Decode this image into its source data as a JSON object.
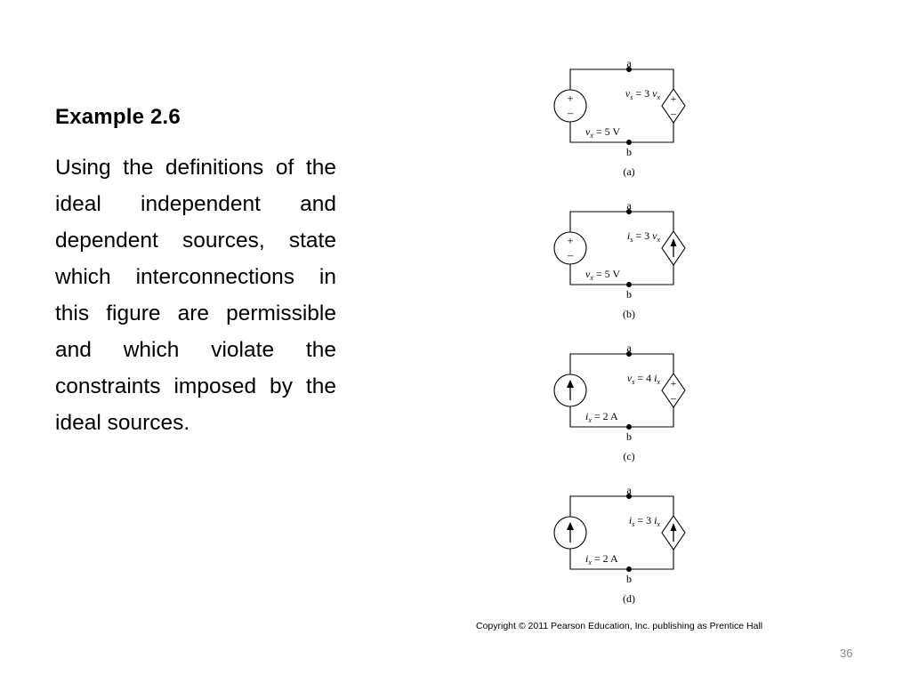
{
  "slide": {
    "heading": "Example 2.6",
    "body": "Using the definitions of the ideal independent and dependent sources, state which interconnections in this figure are permissible and which violate the constraints imposed by the ideal sources.",
    "copyright": "Copyright © 2011 Pearson Education, Inc. publishing as Prentice Hall",
    "page_number": "36"
  },
  "circuits": [
    {
      "node_top": "a",
      "node_bottom": "b",
      "left_source": "voltage",
      "left_value": {
        "var": "v",
        "sub": "x",
        "eq": " = 5 V"
      },
      "right_source": "dependent-voltage",
      "right_value": {
        "var": "v",
        "sub": "s",
        "eq": " = 3 ",
        "ctrl_var": "v",
        "ctrl_sub": "x"
      },
      "caption": "(a)"
    },
    {
      "node_top": "a",
      "node_bottom": "b",
      "left_source": "voltage",
      "left_value": {
        "var": "v",
        "sub": "x",
        "eq": " = 5 V"
      },
      "right_source": "dependent-current",
      "right_value": {
        "var": "i",
        "sub": "s",
        "eq": " = 3 ",
        "ctrl_var": "v",
        "ctrl_sub": "x"
      },
      "caption": "(b)"
    },
    {
      "node_top": "a",
      "node_bottom": "b",
      "left_source": "current",
      "left_value": {
        "var": "i",
        "sub": "x",
        "eq": " = 2 A"
      },
      "right_source": "dependent-voltage",
      "right_value": {
        "var": "v",
        "sub": "s",
        "eq": " = 4 ",
        "ctrl_var": "i",
        "ctrl_sub": "x"
      },
      "caption": "(c)"
    },
    {
      "node_top": "a",
      "node_bottom": "b",
      "left_source": "current",
      "left_value": {
        "var": "i",
        "sub": "x",
        "eq": " = 2 A"
      },
      "right_source": "dependent-current",
      "right_value": {
        "var": "i",
        "sub": "s",
        "eq": " = 3 ",
        "ctrl_var": "i",
        "ctrl_sub": "x"
      },
      "caption": "(d)"
    }
  ]
}
